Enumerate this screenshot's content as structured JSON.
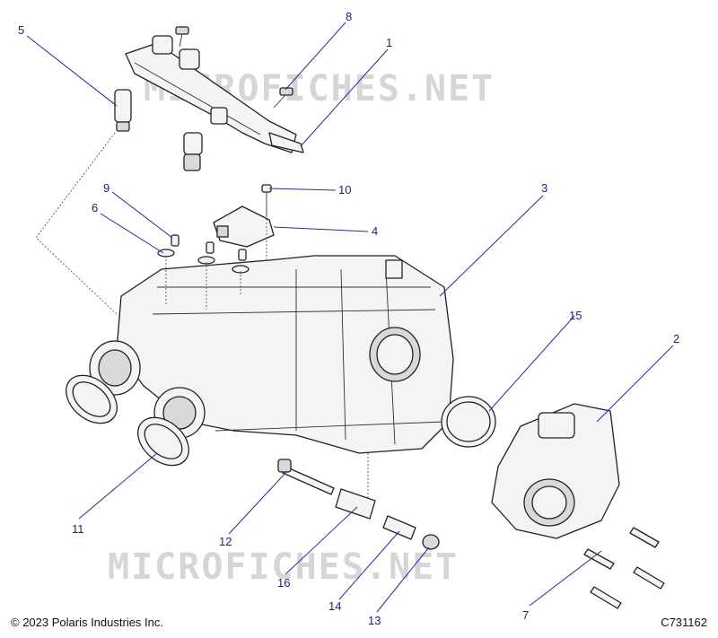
{
  "watermark": "MICROFICHES.NET",
  "copyright": "© 2023 Polaris Industries Inc.",
  "figure_id": "C731162",
  "callouts": {
    "c1": "1",
    "c2": "2",
    "c3": "3",
    "c4": "4",
    "c5": "5",
    "c6": "6",
    "c7": "7",
    "c8": "8",
    "c9": "9",
    "c10": "10",
    "c11": "11",
    "c12": "12",
    "c13": "13",
    "c14": "14",
    "c15": "15",
    "c16": "16"
  }
}
